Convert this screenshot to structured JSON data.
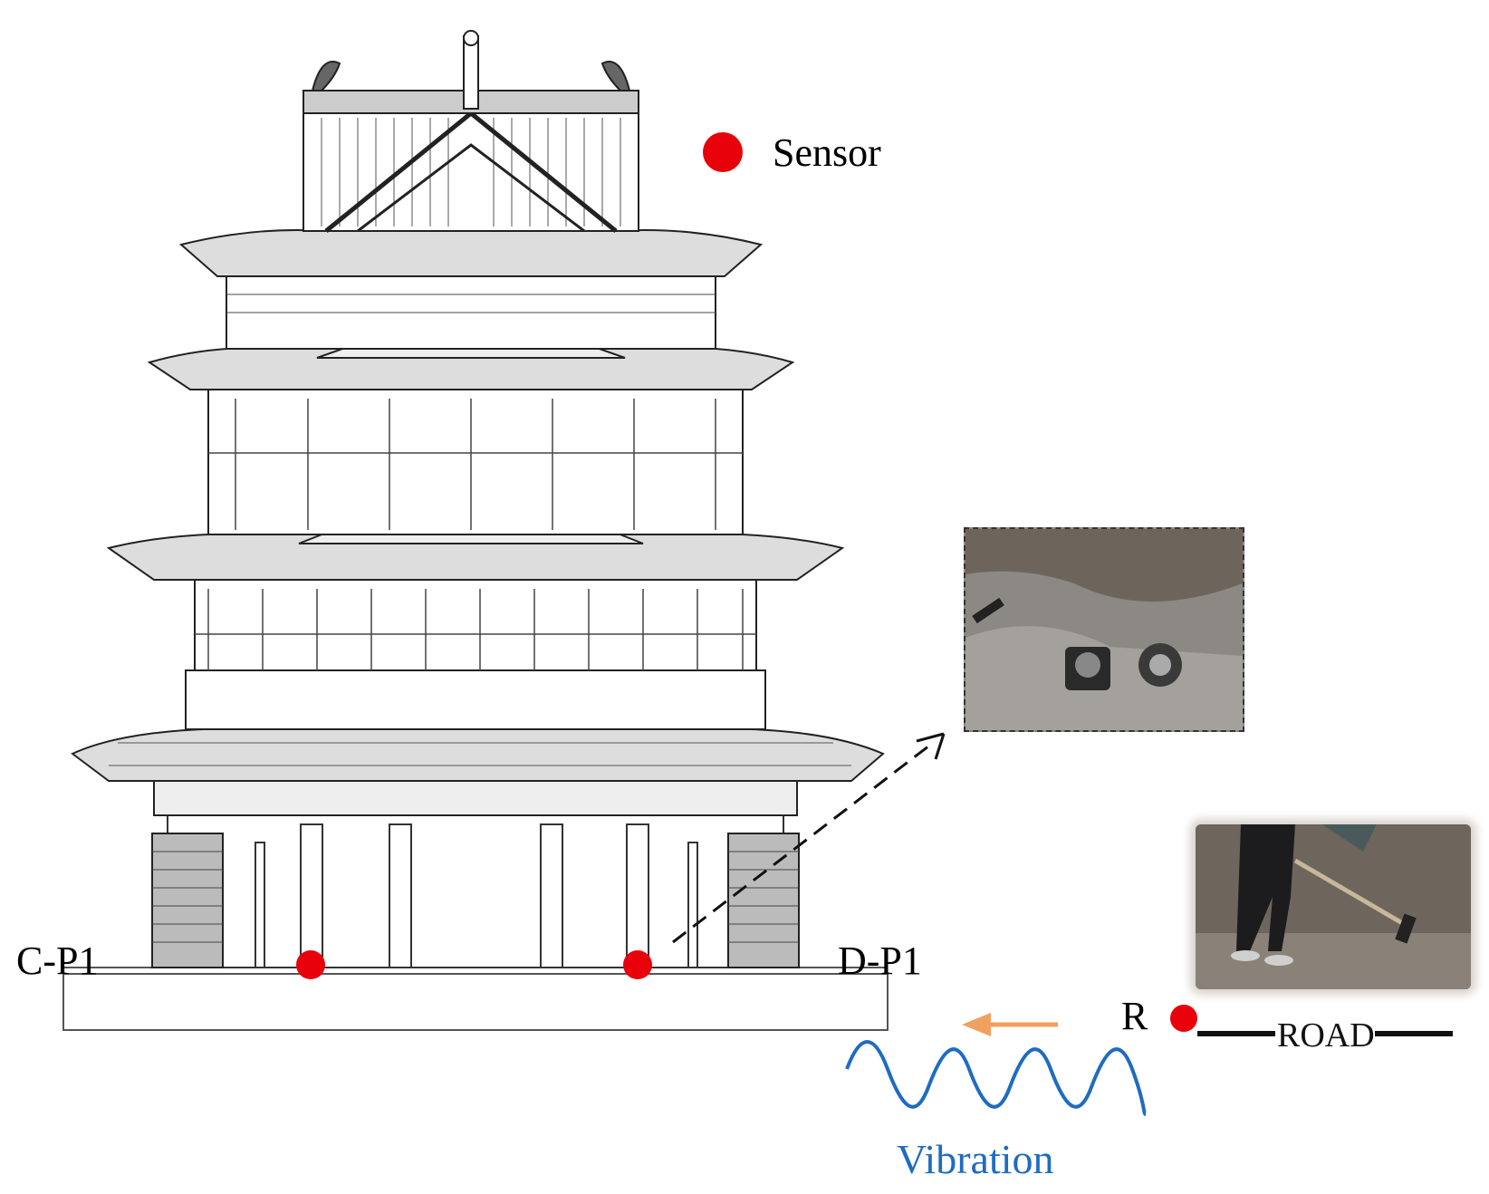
{
  "legend": {
    "label": "Sensor",
    "color": "#e8000b"
  },
  "points": {
    "c_p1": "C-P1",
    "d_p1": "D-P1",
    "r": "R"
  },
  "road_label": "ROAD",
  "vibration_label": "Vibration",
  "colors": {
    "sensor": "#e8000b",
    "wave": "#1f6cc0",
    "arrow": "#f0a060",
    "line": "#222222"
  },
  "icons": {
    "building": "pavilion-elevation-drawing",
    "photo_sensor": "sensor-installation-photo",
    "photo_road": "hammer-excitation-photo"
  }
}
